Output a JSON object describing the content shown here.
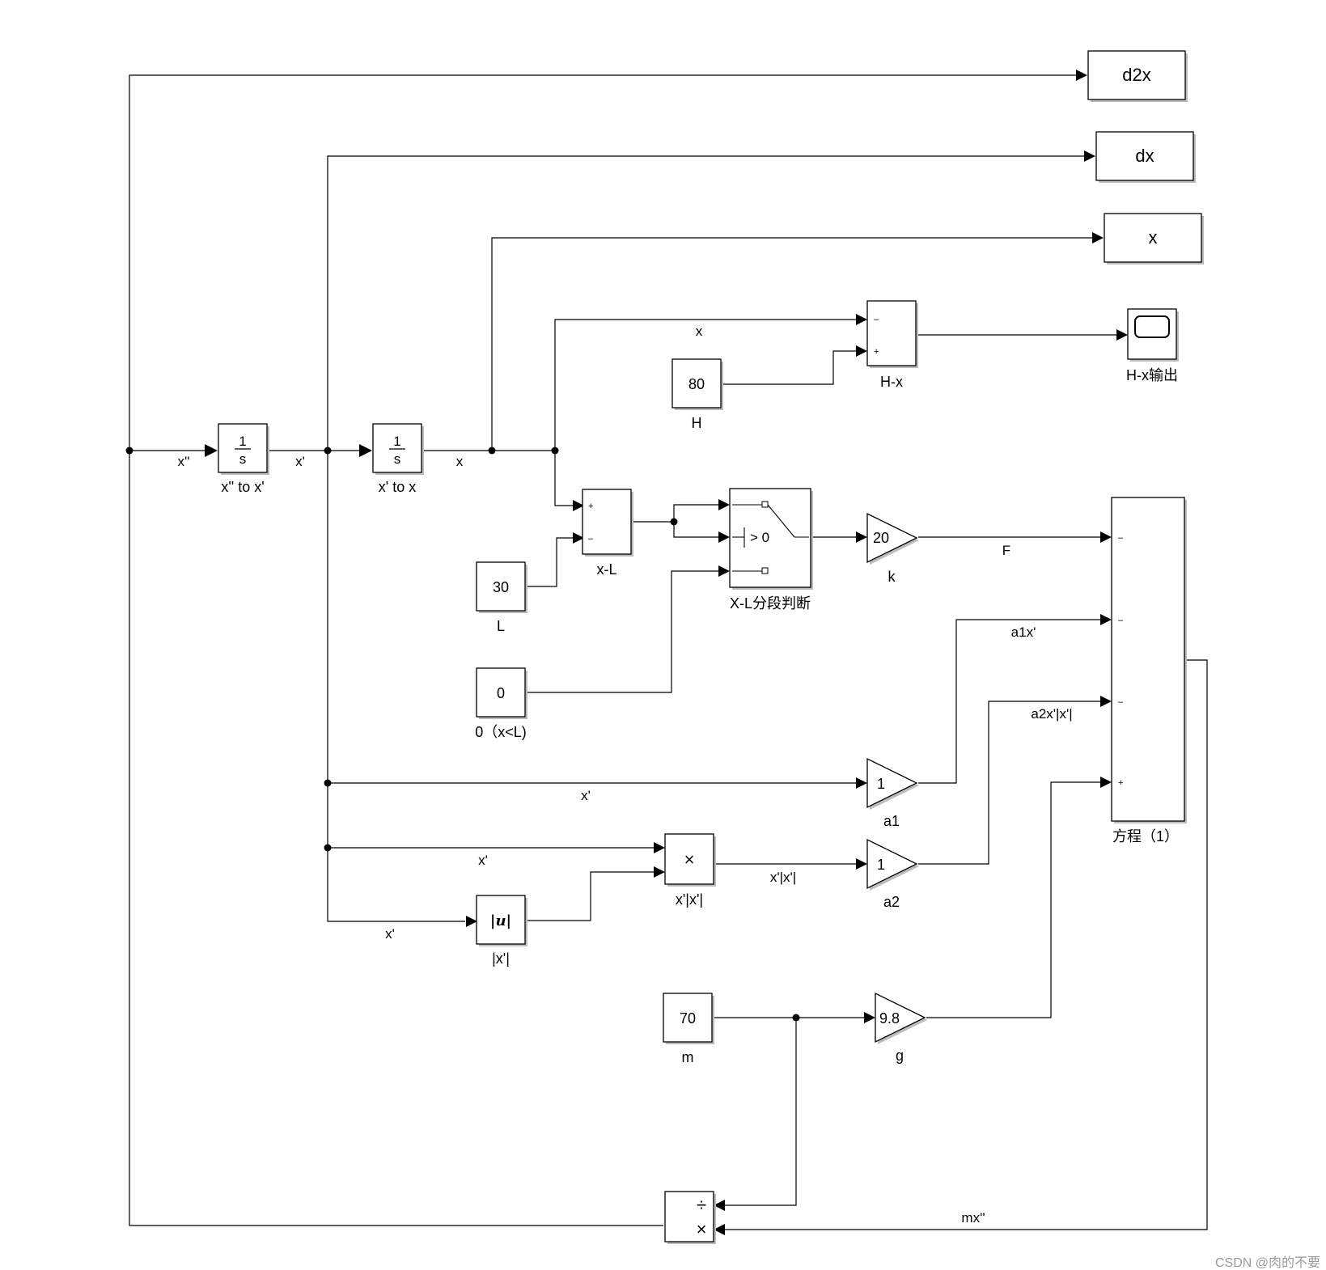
{
  "outports": {
    "d2x": "d2x",
    "dx": "dx",
    "x": "x"
  },
  "scope": {
    "label": "H-x输出"
  },
  "integrators": {
    "int1": {
      "num": "1",
      "den": "s",
      "label": "x'' to x'"
    },
    "int2": {
      "num": "1",
      "den": "s",
      "label": "x' to x"
    }
  },
  "constants": {
    "H": {
      "value": "80",
      "label": "H"
    },
    "L": {
      "value": "30",
      "label": "L"
    },
    "zero": {
      "value": "0",
      "label": "0（x<L)"
    },
    "m": {
      "value": "70",
      "label": "m"
    }
  },
  "sums": {
    "hx": {
      "label": "H-x",
      "signs": [
        "–",
        "+"
      ]
    },
    "xl": {
      "label": "x-L",
      "signs": [
        "+",
        "–"
      ]
    },
    "eq": {
      "label": "方程（1）",
      "signs": [
        "–",
        "–",
        "–",
        "+"
      ]
    }
  },
  "switch": {
    "label": "X-L分段判断",
    "threshold": "> 0"
  },
  "gains": {
    "k": {
      "value": "20",
      "label": "k"
    },
    "a1": {
      "value": "1",
      "label": "a1"
    },
    "a2": {
      "value": "1",
      "label": "a2"
    },
    "g": {
      "value": "9.8",
      "label": "g"
    }
  },
  "abs": {
    "symbol": "|u|",
    "label": "|x'|"
  },
  "product": {
    "symbol": "×",
    "label": "x'|x'|"
  },
  "divide": {
    "div_symbol": "÷",
    "mul_symbol": "×"
  },
  "signals": {
    "xdd": "x''",
    "xd": "x'",
    "x": "x",
    "x_top": "x",
    "F": "F",
    "a1xd": "a1x'",
    "a2": "a2x'|x'|",
    "xd_a1": "x'",
    "xd_prod": "x'",
    "xd_abs": "x'",
    "xdabs": "x'|x'|",
    "mxdd": "mx''"
  },
  "watermark": "CSDN @肉的不要"
}
